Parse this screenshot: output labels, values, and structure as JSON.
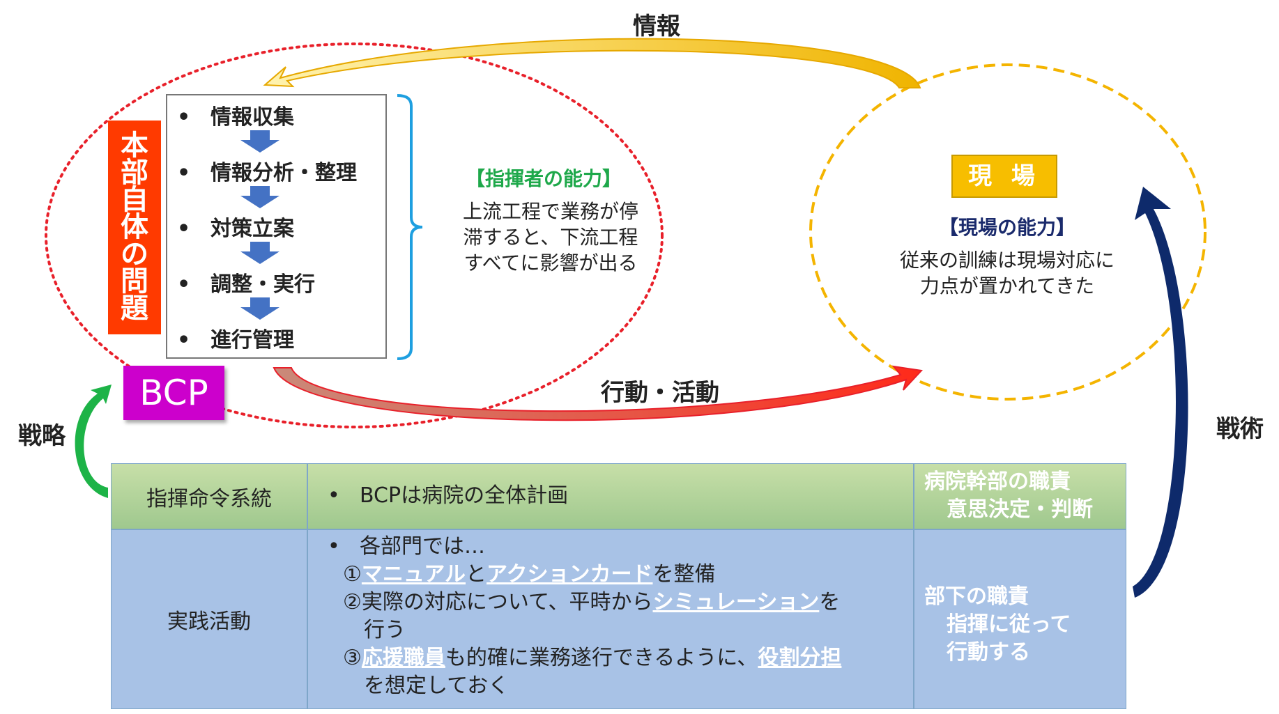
{
  "arrows": {
    "top_label": "情報",
    "bottom_label": "行動・活動",
    "left_label": "戦略",
    "right_label": "戦術"
  },
  "honbu": {
    "chars": [
      "本",
      "部",
      "自",
      "体",
      "の",
      "問",
      "題"
    ]
  },
  "flow": {
    "bullet": "•",
    "items": [
      "情報収集",
      "情報分析・整理",
      "対策立案",
      "調整・実行",
      "進行管理"
    ]
  },
  "commander": {
    "title": "【指揮者の能力】",
    "lines": [
      "上流工程で業務が停",
      "滞すると、下流工程",
      "すべてに影響が出る"
    ]
  },
  "bcp": "BCP",
  "genba": {
    "badge": "現 場",
    "title": "【現場の能力】",
    "lines": [
      "従来の訓練は現場対応に",
      "力点が置かれてきた"
    ]
  },
  "table": {
    "row1": {
      "label": "指揮命令系統",
      "bullet": "•",
      "content": "BCPは病院の全体計画",
      "duty_lines": [
        "病院幹部の職責",
        "意思決定・判断"
      ]
    },
    "row2": {
      "label": "実践活動",
      "bullet": "•",
      "intro": "各部門では…",
      "item1": {
        "num": "①",
        "u1": "マニュアル",
        "t1": "と",
        "u2": "アクションカード",
        "t2": "を整備"
      },
      "item2": {
        "num": "②",
        "t1": "実際の対応について、平時から",
        "u1": "シミュレーション",
        "t2": "を",
        "line2": "行う"
      },
      "item3": {
        "num": "③",
        "u1": "応援職員",
        "t1": "も的確に業務遂行できるように、",
        "u2": "役割分担",
        "line2": "を想定しておく"
      },
      "duty_lines": [
        "部下の職責",
        "指揮に従って",
        "行動する"
      ]
    }
  },
  "colors": {
    "red_dotted": "#e8202a",
    "orange_dashed": "#f4b400",
    "navy_arrow": "#0e2a6b",
    "green_arrow": "#1db347",
    "bracket_blue": "#1e9fe0",
    "flow_arrow": "#4472c4"
  }
}
